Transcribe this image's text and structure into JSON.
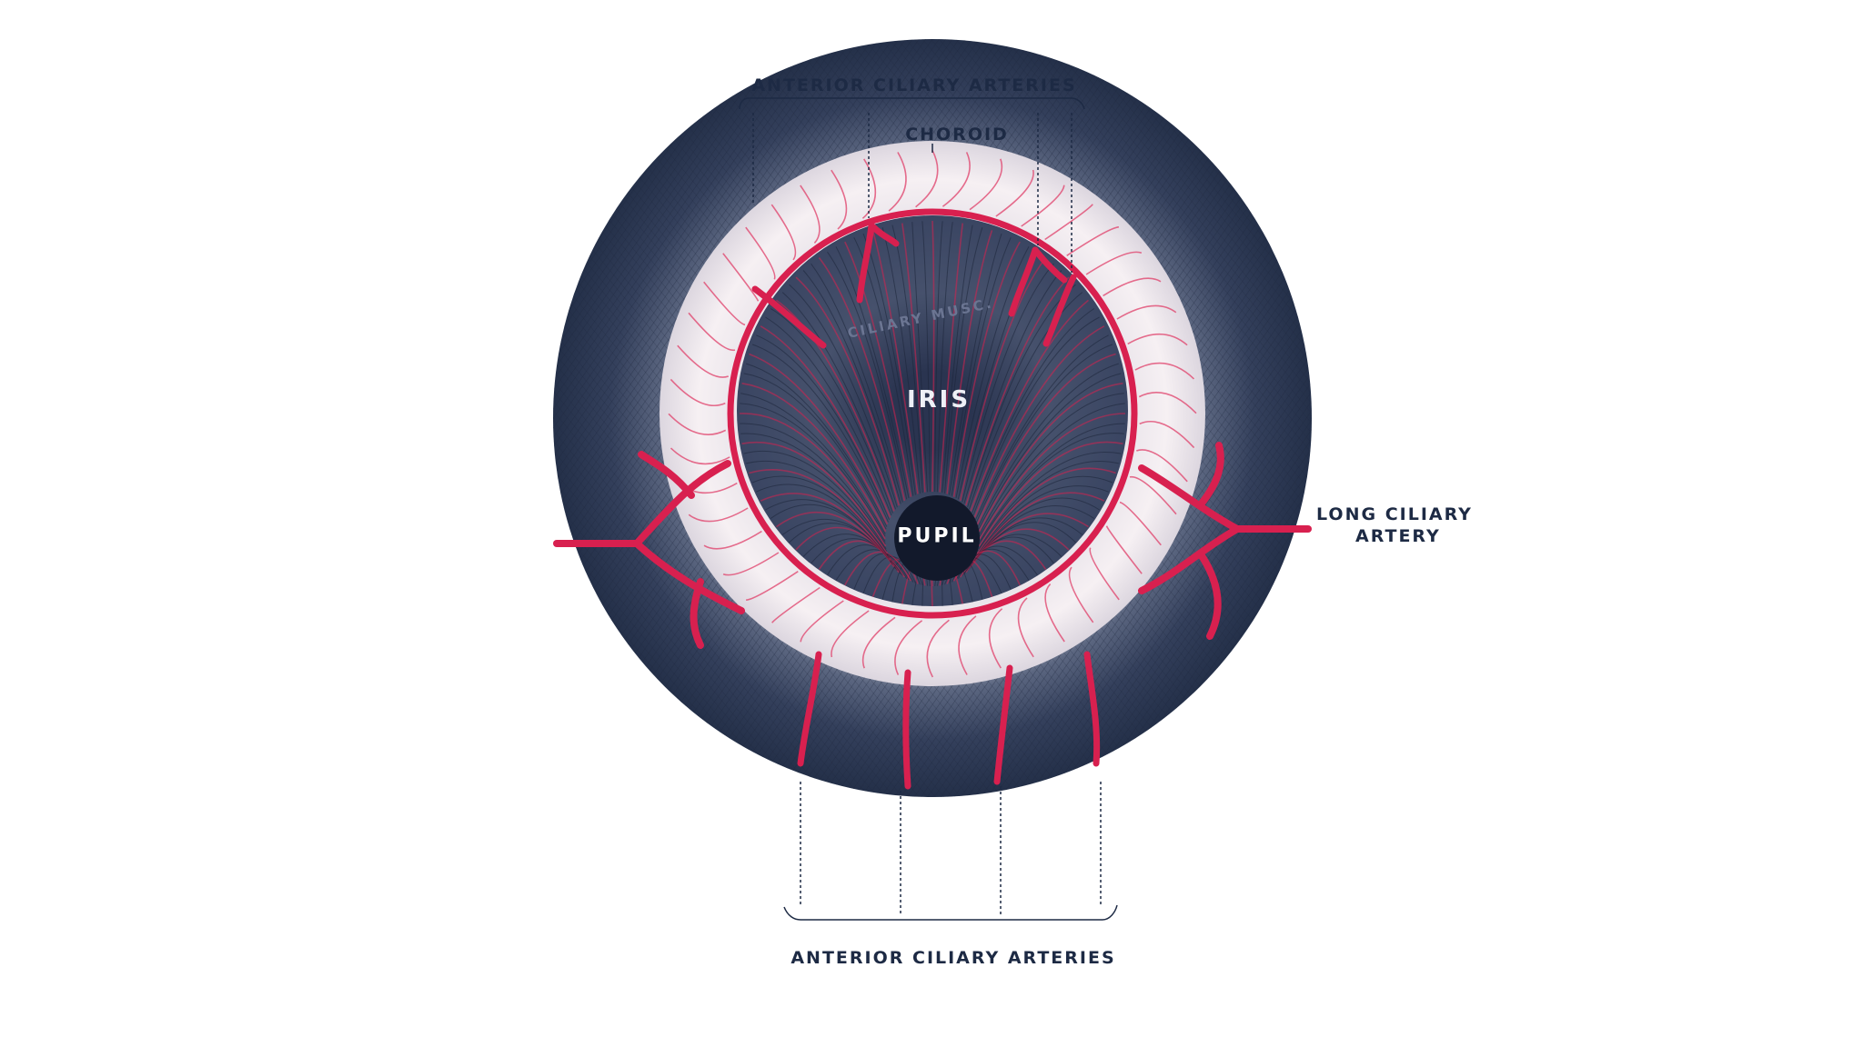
{
  "figure": {
    "labels": {
      "anterior_ciliary_top": "ANTERIOR CILIARY ARTERIES",
      "choroid": "CHOROID",
      "ciliary_muscle": "CILIARY MUSC.",
      "iris": "IRIS",
      "pupil": "PUPIL",
      "long_ciliary_line1": "LONG CILIARY",
      "long_ciliary_line2": "ARTERY",
      "anterior_ciliary_bottom": "ANTERIOR CILIARY ARTERIES"
    },
    "colors": {
      "choroid": "#2f3b57",
      "choroid_dark": "#1f2940",
      "ciliary_zone": "#f4eef2",
      "iris": "#3a4662",
      "pupil": "#12192b",
      "artery": "#d8204f",
      "label": "#1d2a44",
      "background": "#ffffff"
    }
  }
}
